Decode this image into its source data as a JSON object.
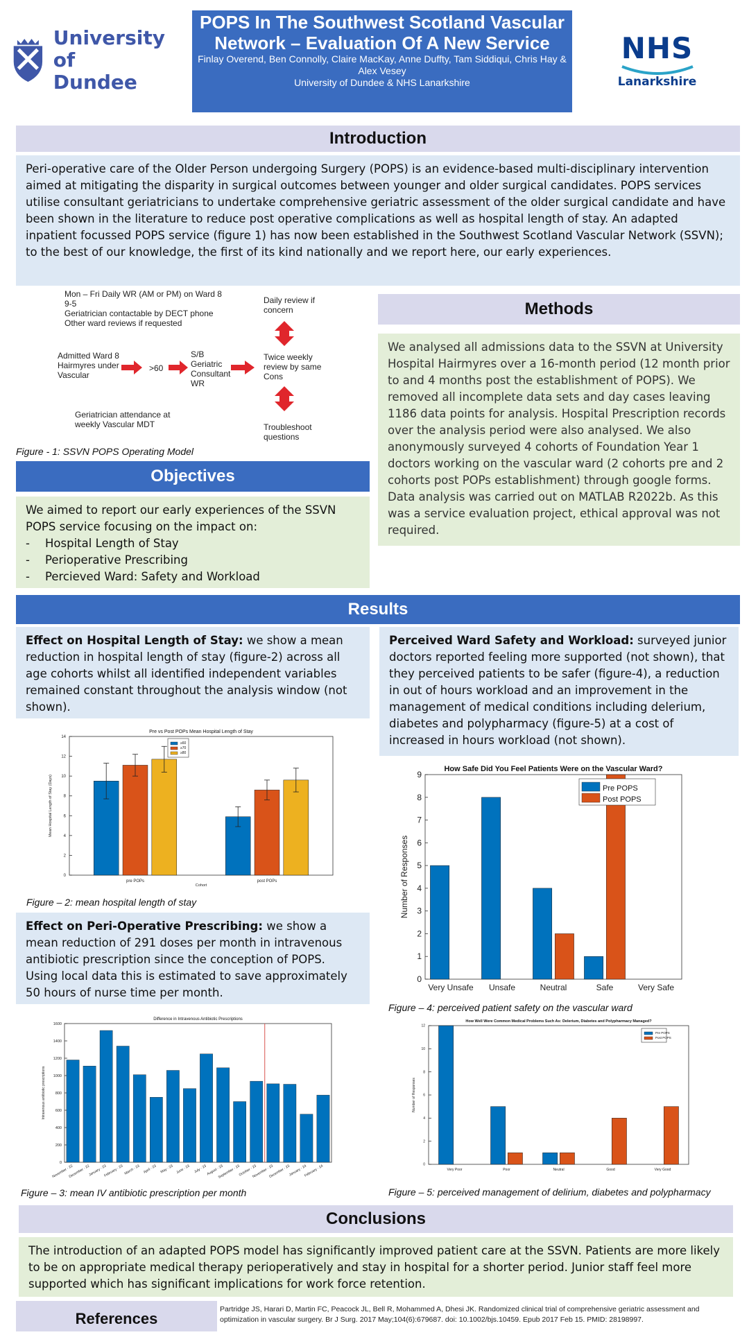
{
  "header": {
    "title": "POPS In The Southwest Scotland Vascular Network – Evaluation Of A New Service",
    "authors": "Finlay Overend, Ben Connolly, Claire MacKay, Anne Duffty, Tam Siddiqui, Chris Hay & Alex Vesey",
    "affiliation": "University of Dundee & NHS Lanarkshire",
    "logo_left": [
      "University",
      "of Dundee"
    ],
    "logo_right_main": "NHS",
    "logo_right_sub": "Lanarkshire"
  },
  "introduction": {
    "heading": "Introduction",
    "text": "Peri-operative care of the Older Person undergoing Surgery (POPS) is an evidence-based multi-disciplinary intervention aimed at mitigating the disparity in surgical outcomes between younger and older surgical candidates. POPS services utilise consultant geriatricians to undertake comprehensive geriatric assessment of the older surgical candidate and have been shown in the literature to reduce post operative complications as well as hospital length of stay. An adapted inpatient focussed POPS service (figure 1) has now been established in the Southwest Scotland Vascular Network (SSVN); to the best of our knowledge, the first of its kind nationally and we report here, our early experiences."
  },
  "figure1": {
    "lines_top": [
      "Mon – Fri Daily WR (AM or PM) on Ward 8",
      "9-5",
      "Geriatrician contactable by DECT phone",
      "Other ward reviews if requested"
    ],
    "admitted": [
      "Admitted Ward 8",
      "Hairmyres under",
      "Vascular"
    ],
    "gt60": ">60",
    "sb": [
      "S/B",
      "Geriatric",
      "Consultant",
      "WR"
    ],
    "daily_review": [
      "Daily review if",
      "concern"
    ],
    "twice_weekly": [
      "Twice weekly",
      "review by same",
      "Cons"
    ],
    "troubleshoot": [
      "Troubleshoot",
      "questions"
    ],
    "attendance": [
      "Geriatrician attendance at",
      "weekly Vascular MDT"
    ],
    "caption": "Figure - 1: SSVN POPS Operating Model"
  },
  "methods": {
    "heading": "Methods",
    "text": "We analysed all admissions data to the SSVN at University Hospital Hairmyres over a 16-month period (12 month prior to and 4 months post the establishment of POPS). We removed all incomplete data sets and day cases leaving 1186 data points for analysis. Hospital Prescription records over the analysis period were also analysed. We also anonymously surveyed 4 cohorts of Foundation Year 1 doctors working on the vascular ward (2 cohorts pre and 2 cohorts post POPs establishment) through google forms. Data analysis was carried out on MATLAB R2022b. As this was a service evaluation project, ethical approval was not required."
  },
  "objectives": {
    "heading": "Objectives",
    "intro": "We aimed to report our early experiences of the SSVN POPS service focusing on the impact on:",
    "items": [
      "Hospital Length of Stay",
      "Perioperative Prescribing",
      "Percieved Ward: Safety and Workload"
    ]
  },
  "results": {
    "heading": "Results",
    "los_bold": "Effect on Hospital Length of Stay:",
    "los_text": " we show a mean reduction in hospital length of stay (figure-2) across all age cohorts whilst all identified independent variables remained constant throughout the analysis window (not shown).",
    "safety_bold": "Perceived Ward Safety and Workload:",
    "safety_text": " surveyed junior doctors reported feeling more supported (not shown), that they perceived patients to be safer (figure-4), a reduction in out of hours workload and an improvement in the management of medical conditions including delerium, diabetes and polypharmacy (figure-5) at a cost of increased in hours workload (not shown).",
    "presc_bold": "Effect on Peri-Operative Prescribing:",
    "presc_text": " we show a mean reduction of 291 doses per month in intravenous antibiotic prescription since the conception of POPS. Using local data this is estimated to save approximately 50 hours of nurse time  per month.",
    "fig2_caption": "Figure – 2: mean hospital length of stay",
    "fig3_caption": "Figure – 3: mean IV antibiotic prescription per month",
    "fig4_caption": "Figure – 4: perceived patient safety on the vascular ward",
    "fig5_caption": "Figure – 5: perceived management of delirium, diabetes and polypharmacy"
  },
  "conclusions": {
    "heading": "Conclusions",
    "text": "The introduction of an adapted POPS model has significantly improved patient care at the SSVN. Patients are more likely to be on appropriate medical therapy perioperatively and stay in hospital for a shorter period. Junior staff feel more supported which has significant implications for work force retention."
  },
  "references": {
    "heading": "References",
    "text": "Partridge JS, Harari D, Martin FC, Peacock JL, Bell R, Mohammed A, Dhesi JK. Randomized clinical trial of comprehensive geriatric assessment and optimization in vascular surgery. Br J Surg. 2017 May;104(6):679687. doi: 10.1002/bjs.10459. Epub 2017 Feb 15. PMID: 28198997."
  },
  "colors": {
    "blue": "#0072bd",
    "orange": "#d95319",
    "yellow": "#edb120"
  },
  "chart_data": [
    {
      "id": "fig2",
      "type": "bar",
      "title": "Pre vs Post POPs Mean Hospital Length of Stay",
      "ylabel": "Mean Hospital Length of Stay (Days)",
      "xlabel": "Cohort",
      "categories": [
        "pre POPs",
        "post POPs"
      ],
      "ylim": [
        0,
        14
      ],
      "yticks": [
        0,
        2,
        4,
        6,
        8,
        10,
        12,
        14
      ],
      "series": [
        {
          "name": "≥60",
          "values": [
            9.5,
            5.9
          ],
          "err": [
            1.8,
            1.0
          ]
        },
        {
          "name": "≥70",
          "values": [
            11.1,
            8.6
          ],
          "err": [
            1.1,
            1.0
          ]
        },
        {
          "name": "≥80",
          "values": [
            11.7,
            9.6
          ],
          "err": [
            1.3,
            1.2
          ]
        }
      ]
    },
    {
      "id": "fig3",
      "type": "bar",
      "title": "Difference in Intravenous Antibiotic Prescriptions",
      "ylabel": "Intravenous antibiotic prescriptions",
      "categories": [
        "November - 22",
        "December - 22",
        "January - 23",
        "February - 23",
        "March - 23",
        "April - 23",
        "May - 23",
        "June - 23",
        "July - 23",
        "August - 23",
        "September - 23",
        "October - 23",
        "November - 23",
        "December - 23",
        "January - 24",
        "February - 24"
      ],
      "values": [
        1180,
        1110,
        1520,
        1340,
        1010,
        750,
        1060,
        850,
        1250,
        1090,
        700,
        935,
        905,
        900,
        555,
        775
      ],
      "ylim": [
        0,
        1600
      ],
      "yticks": [
        0,
        200,
        400,
        600,
        800,
        1000,
        1200,
        1400,
        1600
      ],
      "marker_between": [
        "October - 23",
        "November - 23"
      ]
    },
    {
      "id": "fig4",
      "type": "bar",
      "title": "How Safe Did You Feel Patients Were on the Vascular Ward?",
      "ylabel": "Number of Responses",
      "categories": [
        "Very Unsafe",
        "Unsafe",
        "Neutral",
        "Safe",
        "Very Safe"
      ],
      "ylim": [
        0,
        9
      ],
      "yticks": [
        0,
        1,
        2,
        3,
        4,
        5,
        6,
        7,
        8,
        9
      ],
      "legend": "top-right",
      "series": [
        {
          "name": "Pre POPS",
          "values": [
            5,
            8,
            4,
            1,
            0
          ]
        },
        {
          "name": "Post POPS",
          "values": [
            0,
            0,
            2,
            9,
            0
          ]
        }
      ]
    },
    {
      "id": "fig5",
      "type": "bar",
      "title": "How Well Were Common Medical Problems Such As: Delerium, Diabetes and Polypharmacy Managed?",
      "ylabel": "Number of Responses",
      "categories": [
        "Very Poor",
        "Poor",
        "Neutral",
        "Good",
        "Very Good"
      ],
      "ylim": [
        0,
        12
      ],
      "yticks": [
        0,
        2,
        4,
        6,
        8,
        10,
        12
      ],
      "legend": "top-right",
      "series": [
        {
          "name": "Pre POPS",
          "values": [
            12,
            5,
            1,
            0,
            0
          ]
        },
        {
          "name": "Post POPS",
          "values": [
            0,
            1,
            1,
            4,
            5
          ]
        }
      ]
    }
  ]
}
